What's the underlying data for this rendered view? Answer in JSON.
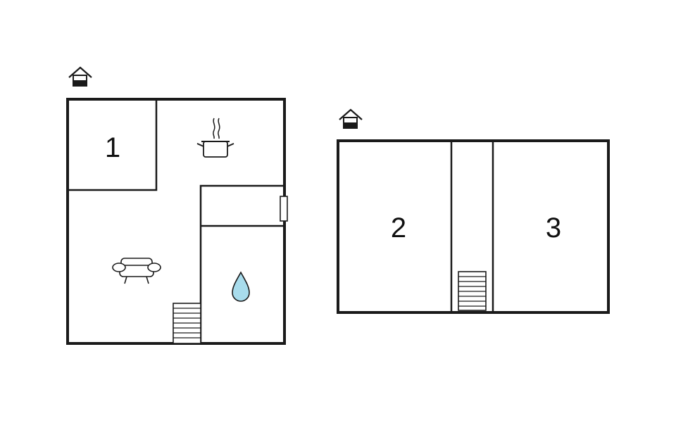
{
  "floors": [
    {
      "rooms": [
        {
          "label": "1"
        }
      ],
      "icons": [
        "floor-level-icon",
        "kitchen-pot-icon",
        "sofa-icon",
        "water-drop-icon",
        "stairs-icon",
        "window-icon"
      ]
    },
    {
      "rooms": [
        {
          "label": "2"
        },
        {
          "label": "3"
        }
      ],
      "icons": [
        "floor-level-icon",
        "stairs-icon"
      ]
    }
  ],
  "colors": {
    "wall": "#1a1a1a",
    "water": "#a8dcec",
    "background": "#ffffff"
  }
}
